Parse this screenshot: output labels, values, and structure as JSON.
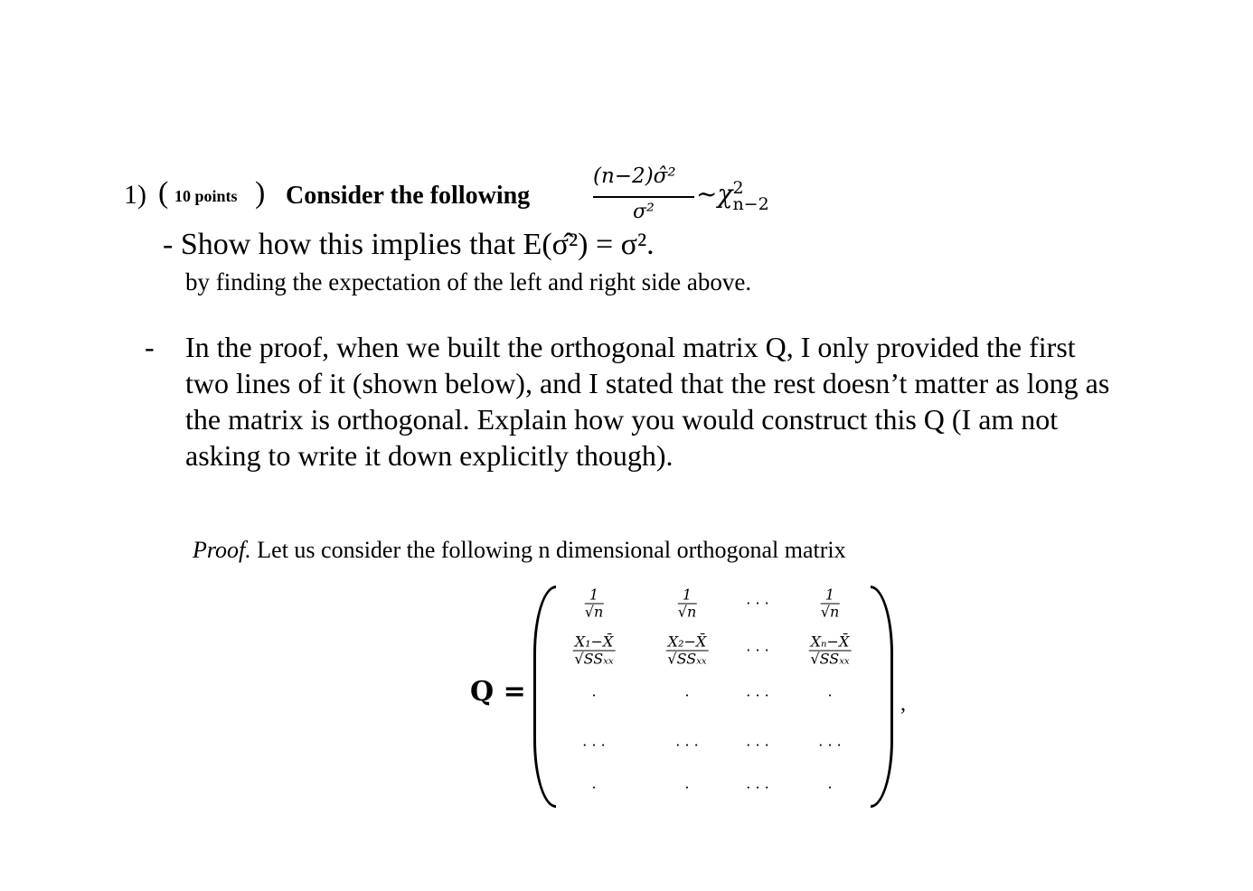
{
  "question": {
    "number": "1)",
    "points": "10 points",
    "lead": "Consider the following",
    "formula": {
      "numerator": "(n−2)σ̂²",
      "denominator": "σ²",
      "rhs": "~χ",
      "rhs_sup": "2",
      "rhs_sub": "n−2"
    },
    "part1": "- Show how this implies that E(σ̂²) = σ².",
    "part1_hint": "by finding the expectation of the left and right side above.",
    "part2_bullet": "-",
    "part2": "In the proof, when we built the orthogonal matrix Q, I only provided the first two lines of it (shown below), and I stated that the rest doesn’t matter as long as the matrix is orthogonal. Explain how you would construct this Q (I am not asking to write it down explicitly though)."
  },
  "proof": {
    "label": "Proof.",
    "text": "Let us consider the following n dimensional orthogonal matrix",
    "lhs": "Q =",
    "trailing": ",",
    "matrix": [
      [
        {
          "n": "1",
          "d": "√n"
        },
        {
          "n": "1",
          "d": "√n"
        },
        {
          "t": "· · ·"
        },
        {
          "n": "1",
          "d": "√n"
        }
      ],
      [
        {
          "n": "X₁−X̄",
          "d": "√SSₓₓ"
        },
        {
          "n": "X₂−X̄",
          "d": "√SSₓₓ"
        },
        {
          "t": "· · ·"
        },
        {
          "n": "Xₙ−X̄",
          "d": "√SSₓₓ"
        }
      ],
      [
        {
          "t": "·"
        },
        {
          "t": "·"
        },
        {
          "t": "· · ·"
        },
        {
          "t": "·"
        }
      ],
      [
        {
          "t": "· · ·"
        },
        {
          "t": "· · ·"
        },
        {
          "t": "· · ·"
        },
        {
          "t": "· · ·"
        }
      ],
      [
        {
          "t": "·"
        },
        {
          "t": "·"
        },
        {
          "t": "· · ·"
        },
        {
          "t": "·"
        }
      ]
    ]
  }
}
